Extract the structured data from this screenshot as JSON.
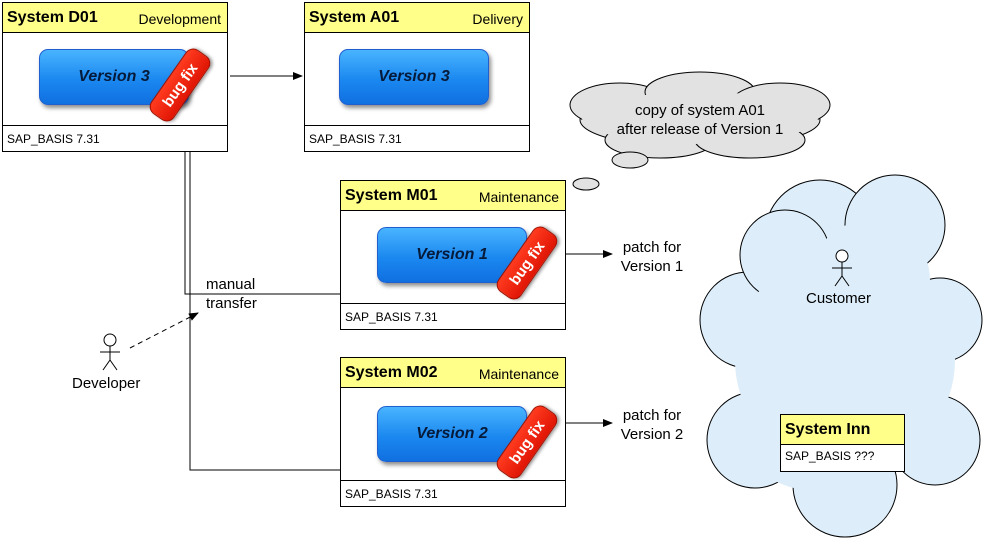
{
  "systems": {
    "d01": {
      "name": "System D01",
      "role": "Development",
      "version": "Version 3",
      "basis": "SAP_BASIS 7.31",
      "bugfix": "bug fix"
    },
    "a01": {
      "name": "System A01",
      "role": "Delivery",
      "version": "Version 3",
      "basis": "SAP_BASIS 7.31"
    },
    "m01": {
      "name": "System M01",
      "role": "Maintenance",
      "version": "Version 1",
      "basis": "SAP_BASIS 7.31",
      "bugfix": "bug fix"
    },
    "m02": {
      "name": "System M02",
      "role": "Maintenance",
      "version": "Version 2",
      "basis": "SAP_BASIS 7.31",
      "bugfix": "bug fix"
    },
    "inn": {
      "name": "System Inn",
      "basis": "SAP_BASIS ???"
    }
  },
  "cloud_note": {
    "line1": "copy of system A01",
    "line2": "after release of Version 1"
  },
  "labels": {
    "manual_line1": "manual",
    "manual_line2": "transfer",
    "patch1_line1": "patch for",
    "patch1_line2": "Version 1",
    "patch2_line1": "patch for",
    "patch2_line2": "Version 2",
    "developer": "Developer",
    "customer": "Customer"
  },
  "colors": {
    "header_fill": "#ffff8a",
    "version_fill": "#1b88f0",
    "bugfix_fill": "#ff3b1f",
    "cloud_fill": "#ddeefa",
    "thought_fill": "#e2e2e2"
  },
  "icons": [
    "actor-icon",
    "cloud-shape",
    "thought-bubble",
    "arrow"
  ]
}
